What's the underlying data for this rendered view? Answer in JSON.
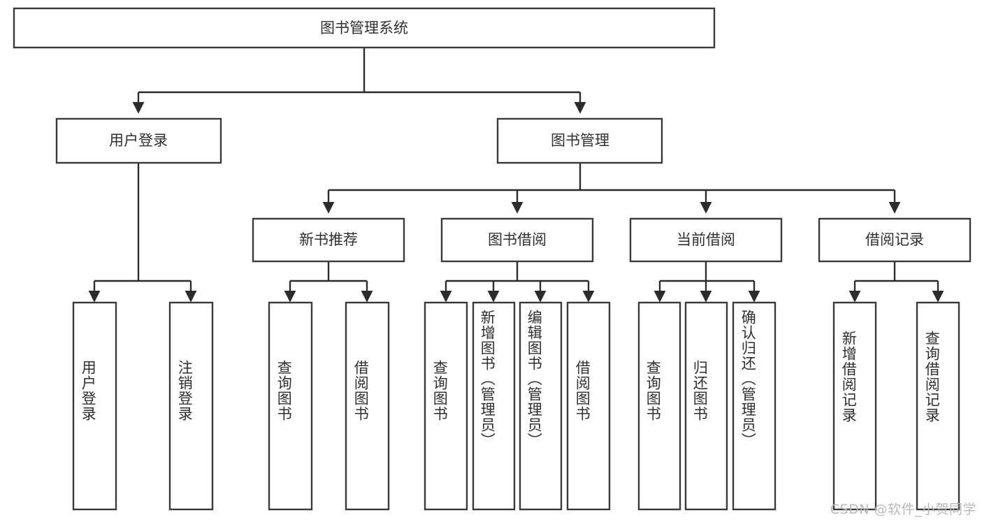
{
  "diagram": {
    "title": "图书管理系统",
    "type": "tree-hierarchy",
    "root": {
      "id": "root",
      "label": "图书管理系统",
      "orientation": "horizontal"
    },
    "level2": [
      {
        "id": "user-login",
        "label": "用户登录",
        "orientation": "horizontal"
      },
      {
        "id": "book-manage",
        "label": "图书管理",
        "orientation": "horizontal"
      }
    ],
    "level3": [
      {
        "id": "new-book-recommend",
        "label": "新书推荐",
        "orientation": "horizontal"
      },
      {
        "id": "book-borrow",
        "label": "图书借阅",
        "orientation": "horizontal"
      },
      {
        "id": "current-borrow",
        "label": "当前借阅",
        "orientation": "horizontal"
      },
      {
        "id": "borrow-record",
        "label": "借阅记录",
        "orientation": "horizontal"
      }
    ],
    "leaves": {
      "user-login": [
        {
          "id": "leaf-user-login",
          "label": "用户登录",
          "orientation": "vertical"
        },
        {
          "id": "leaf-user-logout",
          "label": "注销登录",
          "orientation": "vertical"
        }
      ],
      "new-book-recommend": [
        {
          "id": "leaf-query-book-1",
          "label": "查询图书",
          "orientation": "vertical"
        },
        {
          "id": "leaf-borrow-book-1",
          "label": "借阅图书",
          "orientation": "vertical"
        }
      ],
      "book-borrow": [
        {
          "id": "leaf-query-book-2",
          "label": "查询图书",
          "orientation": "vertical"
        },
        {
          "id": "leaf-add-book",
          "label": "新增图书（管理员）",
          "orientation": "vertical"
        },
        {
          "id": "leaf-edit-book",
          "label": "编辑图书（管理员）",
          "orientation": "vertical"
        },
        {
          "id": "leaf-borrow-book-2",
          "label": "借阅图书",
          "orientation": "vertical"
        }
      ],
      "current-borrow": [
        {
          "id": "leaf-query-book-3",
          "label": "查询图书",
          "orientation": "vertical"
        },
        {
          "id": "leaf-return-book",
          "label": "归还图书",
          "orientation": "vertical"
        },
        {
          "id": "leaf-confirm-return",
          "label": "确认归还（管理员）",
          "orientation": "vertical"
        }
      ],
      "borrow-record": [
        {
          "id": "leaf-add-record",
          "label": "新增借阅记录",
          "orientation": "vertical"
        },
        {
          "id": "leaf-query-record",
          "label": "查询借阅记录",
          "orientation": "vertical"
        }
      ]
    },
    "colors": {
      "box_fill": "#ffffff",
      "box_stroke": "#3a3a3a",
      "connector": "#2b2b2b",
      "text": "#2f2f2f",
      "watermark": "#b9b9b9",
      "background": "#ffffff"
    }
  },
  "watermark": {
    "text": "CSDN @软件_小贺同学"
  }
}
